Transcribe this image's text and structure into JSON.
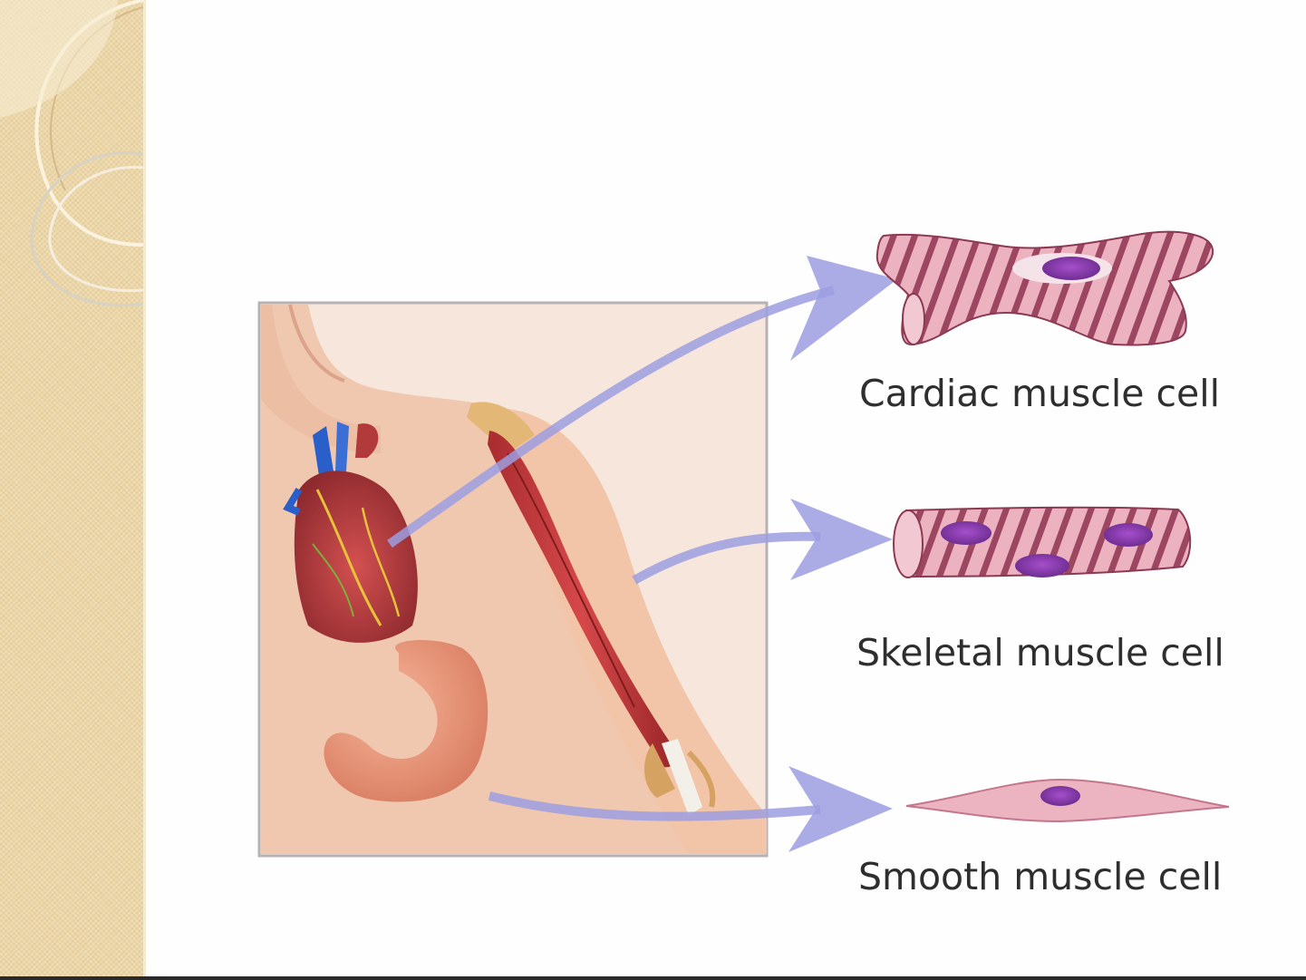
{
  "labels": {
    "cardiac": "Cardiac muscle cell",
    "skeletal": "Skeletal muscle cell",
    "smooth": "Smooth muscle cell"
  },
  "colors": {
    "sidebar": "#ecd6a6",
    "arrow": "#9c9ee0",
    "muscle_cell": "#e8aab8",
    "striation": "#8c3a54",
    "nucleus": "#7a2e9c",
    "skin": "#f0c9b2",
    "arm_muscle": "#c0393b",
    "stomach": "#e9987a"
  },
  "icons": [
    "heart-illustration",
    "arm-muscle-illustration",
    "stomach-illustration",
    "cardiac-cell-illustration",
    "skeletal-cell-illustration",
    "smooth-cell-illustration"
  ]
}
